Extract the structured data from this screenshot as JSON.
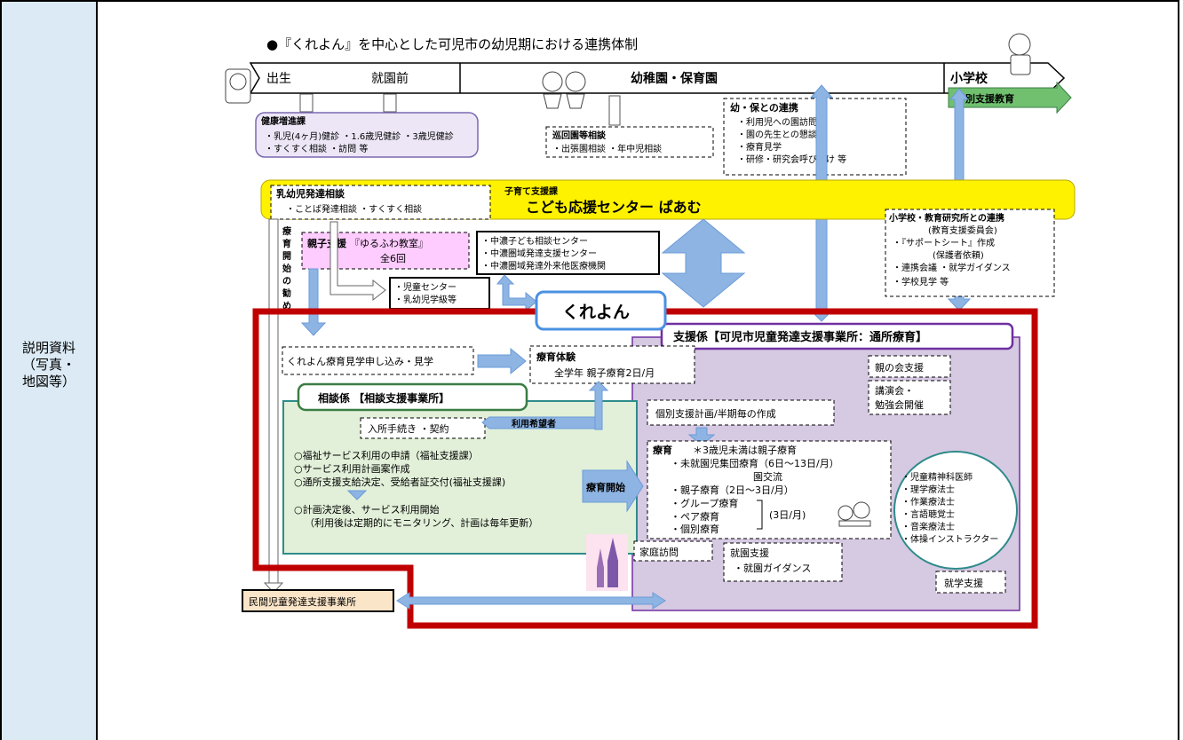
{
  "side_label": "説明資料\n（写真・\n地図等）",
  "title": "●『くれよん』を中心とした可児市の幼児期における連携体制",
  "timeline": {
    "birth": "出生",
    "pre_school": "就園前",
    "kindergarten": "幼稚園・保育園",
    "elementary": "小学校"
  },
  "special_support_arrow": "特別支援教育",
  "health": {
    "title": "健康増進課",
    "lines": [
      "・乳児(4ヶ月)健診 ・1.6歳児健診 ・3歳児健診",
      "・すくすく相談 ・訪問 等"
    ]
  },
  "patrol": {
    "title": "巡回園等相談",
    "lines": [
      "・出張園相談 ・年中児相談"
    ]
  },
  "liaison": {
    "title": "幼・保との連携",
    "lines": [
      "・利用児への園訪問",
      "・園の先生との懇談",
      "・療育見学",
      "・研修・研究会呼びかけ 等"
    ]
  },
  "yellow_band": {
    "dept": "子育て支援課",
    "center": "こども応援センター ぱあむ"
  },
  "infant_dev": {
    "title": "乳幼児発達相談",
    "lines": [
      "・ことば発達相談 ・すくすく相談"
    ]
  },
  "vertical_note": [
    "療",
    "育",
    "開",
    "始",
    "の",
    "勧",
    "め"
  ],
  "parent_support": {
    "title_a": "親子支援",
    "title_b": "『ゆるふわ教室』",
    "sub": "全6回"
  },
  "chuno_centers": [
    "・中濃子ども相談センター",
    "・中濃圏域発達支援センター",
    "・中濃圏域発達外来他医療機関"
  ],
  "child_center": [
    "・児童センター",
    "・乳幼児学級等"
  ],
  "school_liaison": {
    "title": "小学校・教育研究所との連携",
    "lines": [
      "(教育支援委員会)",
      "・『サポートシート』作成",
      "(保護者依頼)",
      "・連携会議 ・就学ガイダンス",
      "・学校見学 等"
    ]
  },
  "kureyon": "くれよん",
  "support_team": "支援係【可児市児童発達支援事業所：通所療育】",
  "visit_apply": "くれよん療育見学申し込み・見学",
  "experience": {
    "title": "療育体験",
    "line": "全学年 親子療育2日/月"
  },
  "parent_club": "親の会支援",
  "lecture": [
    "講演会・",
    "勉強会開催"
  ],
  "consult_team": "相談係 【相談支援事業所】",
  "entry_proc": "入所手続き ・契約",
  "wish_user": "利用希望者",
  "consult_lines": [
    "○福祉サービス利用の申請（福祉支援課）",
    "○サービス利用計画案作成",
    "○通所支援支給決定、受給者証交付(福祉支援課)",
    "○計画決定後、サービス利用開始",
    "（利用後は定期的にモニタリング、計画は毎年更新）"
  ],
  "therapy_start": "療育開始",
  "plan": "個別支援計画/半期毎の作成",
  "therapy": {
    "title": "療育",
    "note": "＊3歳児未満は親子療育",
    "lines": [
      "・未就園児集団療育（6日～13日/月）",
      "園交流",
      "・親子療育（2日～3日/月）",
      "・グループ療育",
      "・ペア療育",
      "・個別療育"
    ],
    "freq": "(3日/月)"
  },
  "specialists": [
    "・児童精神科医師",
    "・理学療法士",
    "・作業療法士",
    "・言語聴覚士",
    "・音楽療法士",
    "・体操インストラクター"
  ],
  "home_visit": "家庭訪問",
  "kindergarten_support": {
    "title": "就園支援",
    "line": "・就園ガイダンス"
  },
  "school_support": "就学支援",
  "private_center": "民間児童発達支援事業所",
  "colors": {
    "yellow": "#fff200",
    "purple_fill": "#d6c9e2",
    "purple_border": "#7030a0",
    "green_fill": "#e2f0d9",
    "green_border": "#3a7d44",
    "teal_border": "#2e8b8b",
    "red_frame": "#c00000",
    "arrow_blue": "#8eb4e3",
    "arrow_blue_dark": "#6a9bd8",
    "pink": "#ffccff",
    "kureyon_border": "#4a90e2",
    "green_arrow": "#70c070",
    "private_fill": "#fbe5c8"
  }
}
